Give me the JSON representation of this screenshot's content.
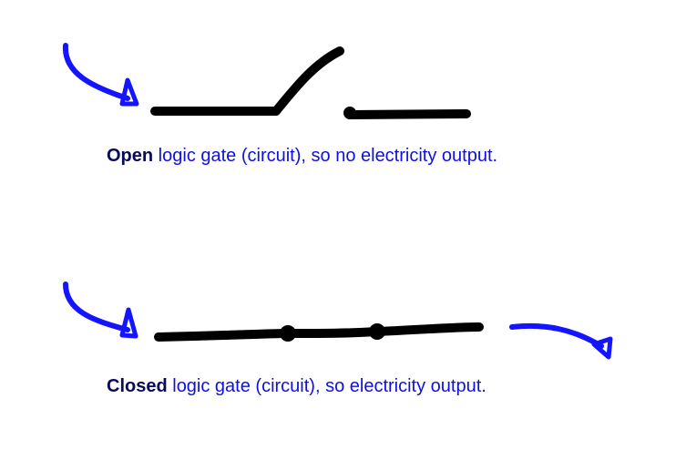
{
  "open": {
    "bold": "Open",
    "rest": " logic gate (circuit), so no electricity output."
  },
  "closed": {
    "bold": "Closed",
    "rest": " logic gate (circuit), so electricity output."
  },
  "colors": {
    "wire": "#000000",
    "arrow": "#1414ff",
    "bold_text": "#0a0a5a",
    "text": "#1010e0"
  }
}
